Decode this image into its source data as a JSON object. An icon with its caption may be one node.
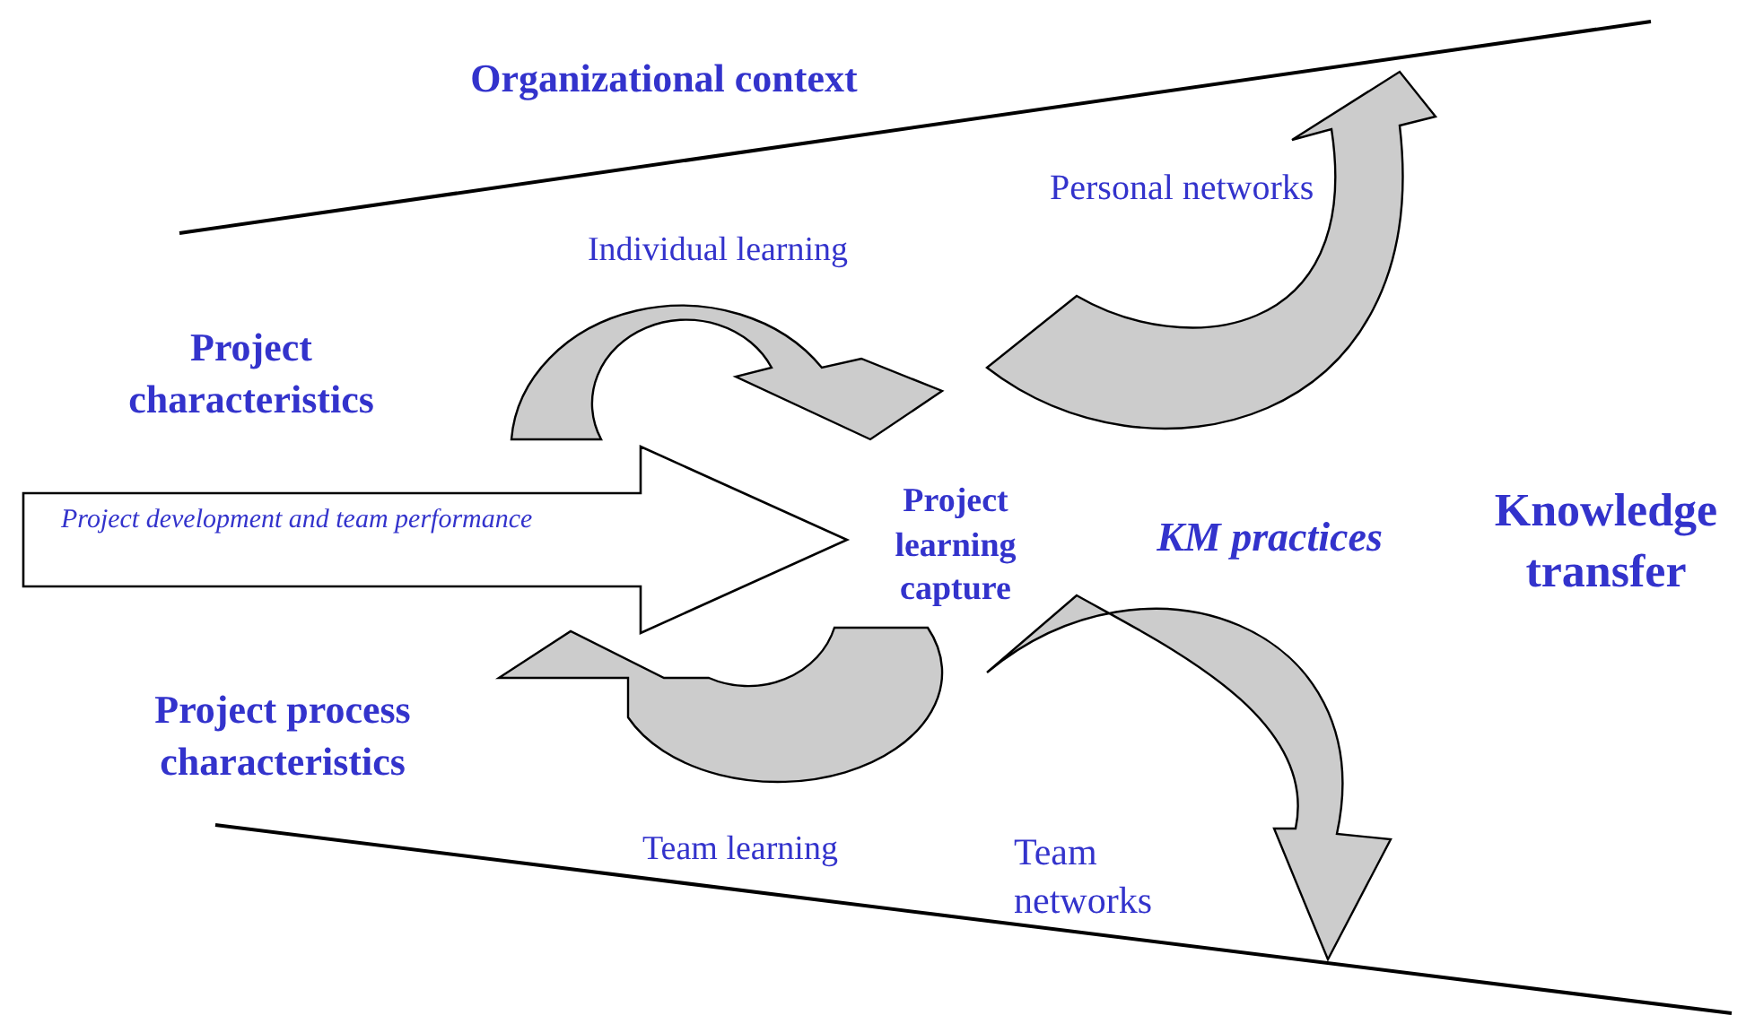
{
  "diagram": {
    "nodes": [
      {
        "text": [
          "Project development and team performance"
        ]
      }
    ],
    "edges": [],
    "labels": [
      "Organizational context",
      "Personal networks",
      "Individual learning",
      "Project characteristics",
      "Project learning capture",
      "KM practices",
      "Knowledge transfer",
      "Project process characteristics",
      "Team learning",
      "Team networks"
    ]
  }
}
